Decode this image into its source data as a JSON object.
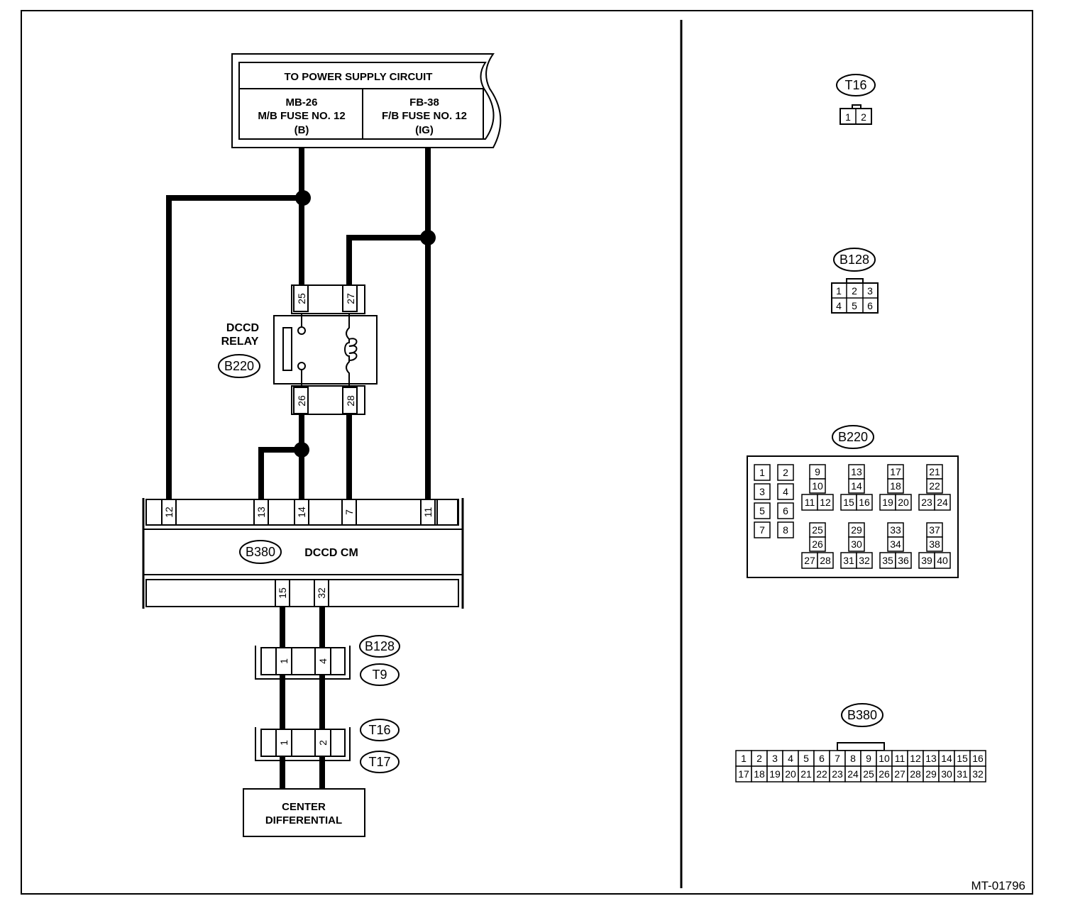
{
  "power_supply": {
    "header": "TO POWER SUPPLY CIRCUIT",
    "mb_line1": "MB-26",
    "mb_line2": "M/B FUSE NO. 12",
    "mb_line3": "(B)",
    "fb_line1": "FB-38",
    "fb_line2": "F/B FUSE NO. 12",
    "fb_line3": "(IG)"
  },
  "relay": {
    "label_line1": "DCCD",
    "label_line2": "RELAY",
    "connector": "B220",
    "pins_top": [
      "25",
      "27"
    ],
    "pins_bottom": [
      "26",
      "28"
    ]
  },
  "control_module": {
    "connector": "B380",
    "label": "DCCD CM",
    "pins_top": [
      "12",
      "13",
      "14",
      "7",
      "11"
    ],
    "pins_bottom": [
      "15",
      "32"
    ]
  },
  "joint_connector_1": {
    "pins": [
      "1",
      "4"
    ],
    "connectors": [
      "B128",
      "T9"
    ]
  },
  "joint_connector_2": {
    "pins": [
      "1",
      "2"
    ],
    "connectors": [
      "T16",
      "T17"
    ]
  },
  "center_differential": {
    "line1": "CENTER",
    "line2": "DIFFERENTIAL"
  },
  "connector_views": {
    "t16": {
      "label": "T16",
      "pins": [
        "1",
        "2"
      ]
    },
    "b128": {
      "label": "B128",
      "pins": [
        "1",
        "2",
        "3",
        "4",
        "5",
        "6"
      ]
    },
    "b220": {
      "label": "B220",
      "pins": [
        "1",
        "2",
        "3",
        "4",
        "5",
        "6",
        "7",
        "8",
        "9",
        "10",
        "11",
        "12",
        "13",
        "14",
        "15",
        "16",
        "17",
        "18",
        "19",
        "20",
        "21",
        "22",
        "23",
        "24",
        "25",
        "26",
        "27",
        "28",
        "29",
        "30",
        "31",
        "32",
        "33",
        "34",
        "35",
        "36",
        "37",
        "38",
        "39",
        "40"
      ]
    },
    "b380": {
      "label": "B380",
      "pins": [
        "1",
        "2",
        "3",
        "4",
        "5",
        "6",
        "7",
        "8",
        "9",
        "10",
        "11",
        "12",
        "13",
        "14",
        "15",
        "16",
        "17",
        "18",
        "19",
        "20",
        "21",
        "22",
        "23",
        "24",
        "25",
        "26",
        "27",
        "28",
        "29",
        "30",
        "31",
        "32"
      ]
    }
  },
  "figure_code": "MT-01796"
}
